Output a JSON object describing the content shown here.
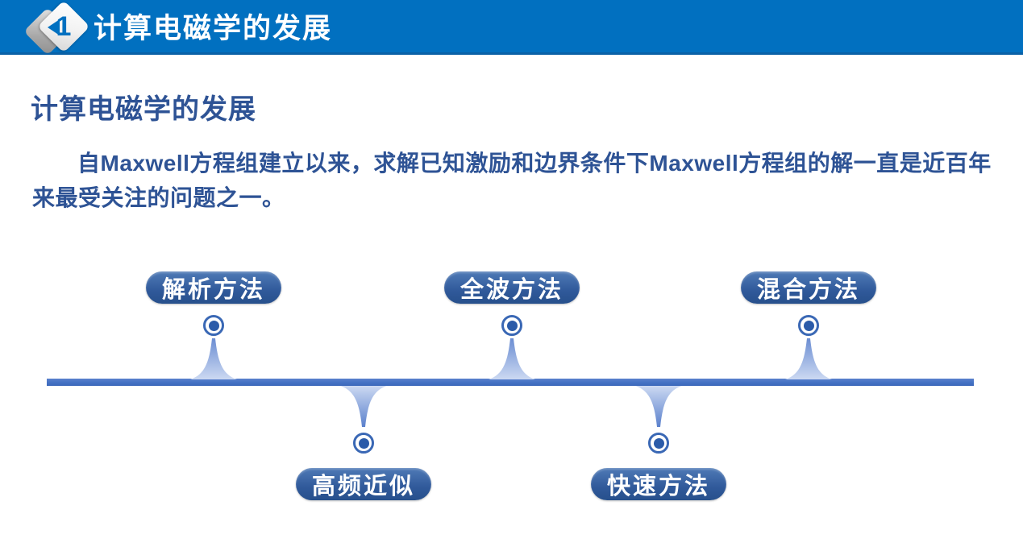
{
  "header": {
    "badge_number": "1",
    "title": "计算电磁学的发展"
  },
  "section": {
    "title": "计算电磁学的发展",
    "paragraph": "自Maxwell方程组建立以来，求解已知激励和边界条件下Maxwell方程组的解一直是近百年来最受关注的问题之一。"
  },
  "timeline": {
    "items_above": [
      {
        "label": "解析方法"
      },
      {
        "label": "全波方法"
      },
      {
        "label": "混合方法"
      }
    ],
    "items_below": [
      {
        "label": "高频近似"
      },
      {
        "label": "快速方法"
      }
    ]
  },
  "colors": {
    "header_blue": "#0170c0",
    "text_dark_blue": "#2e5395",
    "pill_gradient_top": "#4f7ab6",
    "pill_gradient_bottom": "#27508c",
    "timeline_bar": "#4472c4",
    "marker_ring": "#3a68b5",
    "marker_dot": "#2b5ba9"
  }
}
